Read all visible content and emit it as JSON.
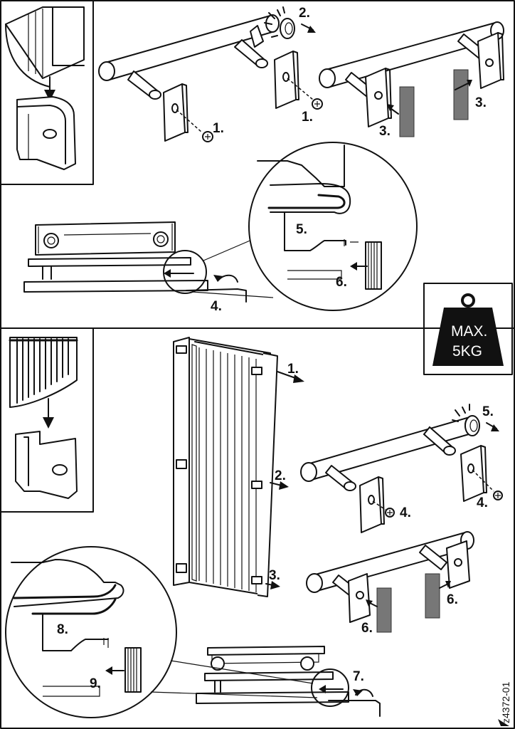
{
  "top_section": {
    "step_labels": {
      "s1a": "1.",
      "s1b": "1.",
      "s2": "2.",
      "s3a": "3.",
      "s3b": "3.",
      "s4": "4.",
      "s5": "5.",
      "s6": "6."
    }
  },
  "weight_badge": {
    "line1": "MAX.",
    "line2": "5KG"
  },
  "bottom_section": {
    "step_labels": {
      "s1": "1.",
      "s2": "2.",
      "s3": "3.",
      "s4a": "4.",
      "s4b": "4.",
      "s5": "5.",
      "s6a": "6.",
      "s6b": "6.",
      "s7": "7.",
      "s8": "8.",
      "s9": "9."
    }
  },
  "doc_code": "z4372-01"
}
